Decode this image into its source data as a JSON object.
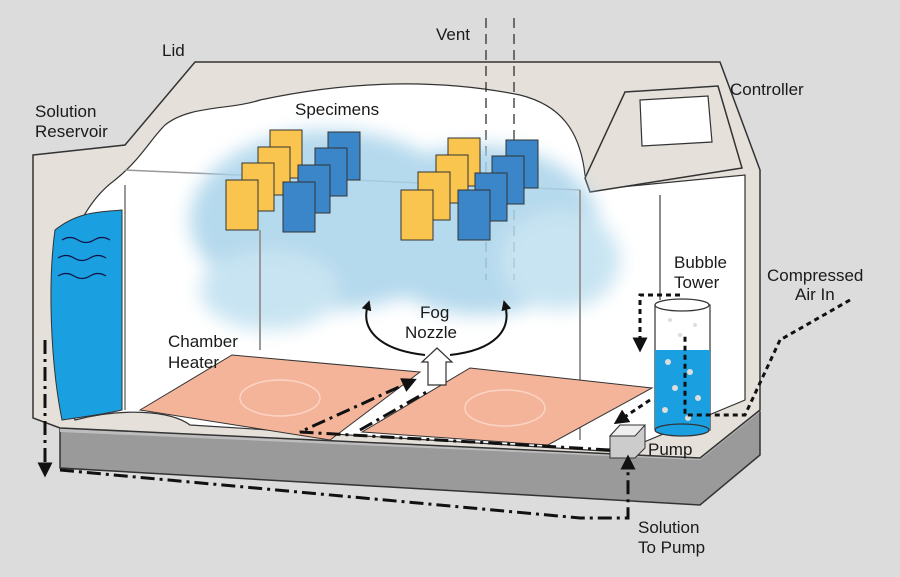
{
  "labels": {
    "lid": "Lid",
    "vent": "Vent",
    "controller": "Controller",
    "solution_reservoir": [
      "Solution",
      "Reservoir"
    ],
    "specimens": "Specimens",
    "bubble_tower": [
      "Bubble",
      "Tower"
    ],
    "compressed_air_in": [
      "Compressed",
      "Air In"
    ],
    "chamber_heater": [
      "Chamber",
      "Heater"
    ],
    "fog_nozzle": [
      "Fog",
      "Nozzle"
    ],
    "pump": "Pump",
    "solution_to_pump": [
      "Solution",
      "To Pump"
    ]
  },
  "colors": {
    "background": "#dcdcdc",
    "cabinet": "#e5e0da",
    "solution": "#1aa0e0",
    "fog": "#a9d3ea",
    "heater": "#f4b49a",
    "specimen_yellow": "#f9c54e",
    "specimen_blue": "#3a86c8",
    "base": "#9a9a9a"
  }
}
